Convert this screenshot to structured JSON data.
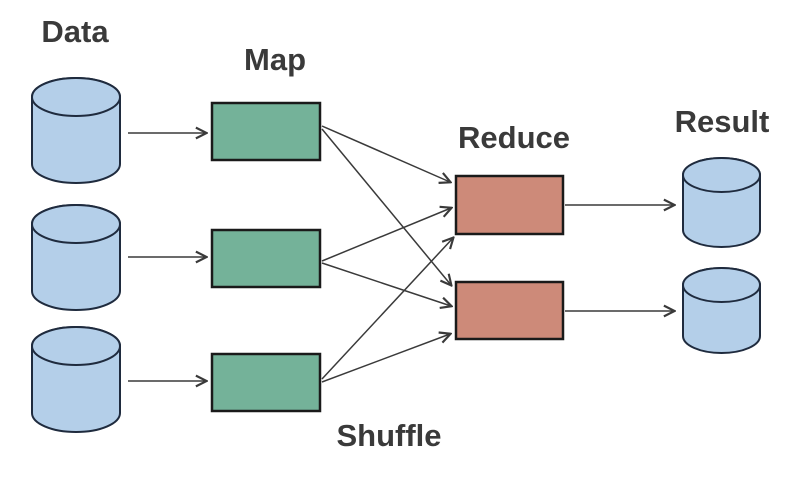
{
  "diagram": {
    "title": "MapReduce data flow diagram",
    "labels": {
      "data": "Data",
      "map": "Map",
      "shuffle": "Shuffle",
      "reduce": "Reduce",
      "result": "Result"
    },
    "colors": {
      "background": "#ffffff",
      "cylinder_fill": "#b4cfe9",
      "cylinder_stroke": "#1f2b3e",
      "map_fill": "#74b299",
      "reduce_fill": "#cd8a79",
      "box_stroke": "#1a1a1a",
      "arrow": "#3a3a3a",
      "text": "#3a3a3a"
    },
    "structure": {
      "stages": [
        "Data",
        "Map",
        "Shuffle",
        "Reduce",
        "Result"
      ],
      "node_counts": {
        "data": 3,
        "map": 3,
        "reduce": 2,
        "result": 2
      },
      "node_shapes": {
        "data": "cylinder",
        "map": "rectangle",
        "reduce": "rectangle",
        "result": "cylinder"
      },
      "edges": [
        {
          "from": "data-1",
          "to": "map-1"
        },
        {
          "from": "data-2",
          "to": "map-2"
        },
        {
          "from": "data-3",
          "to": "map-3"
        },
        {
          "from": "map-1",
          "to": "reduce-1"
        },
        {
          "from": "map-1",
          "to": "reduce-2"
        },
        {
          "from": "map-2",
          "to": "reduce-1"
        },
        {
          "from": "map-2",
          "to": "reduce-2"
        },
        {
          "from": "map-3",
          "to": "reduce-1"
        },
        {
          "from": "map-3",
          "to": "reduce-2"
        },
        {
          "from": "reduce-1",
          "to": "result-1"
        },
        {
          "from": "reduce-2",
          "to": "result-2"
        }
      ]
    }
  }
}
